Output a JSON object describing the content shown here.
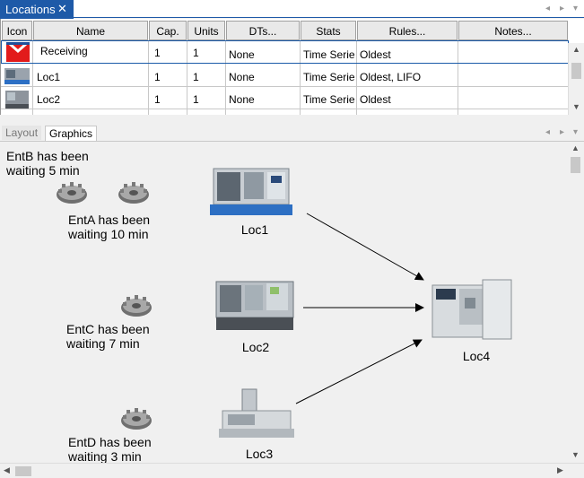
{
  "tab": {
    "title": "Locations",
    "close": "✕"
  },
  "columns": [
    "Icon",
    "Name",
    "Cap.",
    "Units",
    "DTs...",
    "Stats",
    "Rules...",
    "Notes..."
  ],
  "rows": [
    {
      "name": "Receiving",
      "cap": "1",
      "units": "1",
      "dts": "None",
      "stats": "Time Series",
      "rules": "Oldest",
      "notes": ""
    },
    {
      "name": "Loc1",
      "cap": "1",
      "units": "1",
      "dts": "None",
      "stats": "Time Series",
      "rules": "Oldest, LIFO",
      "notes": ""
    },
    {
      "name": "Loc2",
      "cap": "1",
      "units": "1",
      "dts": "None",
      "stats": "Time Series",
      "rules": "Oldest",
      "notes": ""
    }
  ],
  "bottom_tabs": {
    "layout": "Layout",
    "graphics": "Graphics"
  },
  "canvas": {
    "messages": {
      "entb": [
        "EntB has been",
        "waiting 5 min"
      ],
      "enta": [
        "EntA has been",
        "waiting 10 min"
      ],
      "entc": [
        "EntC has been",
        "waiting 7 min"
      ],
      "entd": [
        "EntD has been",
        "waiting 3 min"
      ]
    },
    "locations": {
      "loc1": "Loc1",
      "loc2": "Loc2",
      "loc3": "Loc3",
      "loc4": "Loc4"
    }
  },
  "icons": [
    "gear-icon",
    "machine-icon",
    "receiving-icon",
    "scroll-up-icon",
    "scroll-down-icon",
    "scroll-left-icon",
    "scroll-right-icon"
  ],
  "colors": {
    "tab_active": "#1e5aa8",
    "row_border": "#1a5aa8"
  }
}
